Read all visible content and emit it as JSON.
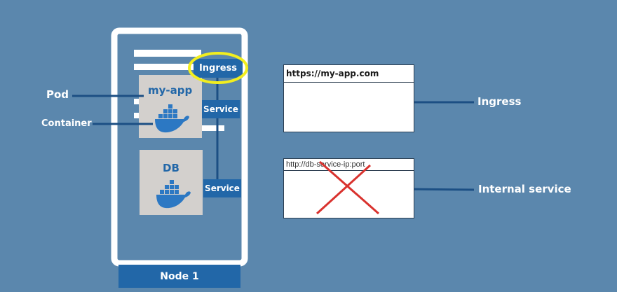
{
  "labels": {
    "pod": "Pod",
    "container": "Container",
    "my_app": "my-app",
    "db": "DB",
    "node": "Node 1",
    "ingress_box": "Ingress",
    "service_top": "Service",
    "service_bottom": "Service",
    "ingress_side": "Ingress",
    "internal_side": "Internal service"
  },
  "browser_top": {
    "url": "https://my-app.com"
  },
  "browser_bottom": {
    "url": "http://db-service-ip:port"
  },
  "icons": {
    "container_top": "docker-whale-icon",
    "container_db": "docker-whale-icon",
    "blocked_mark": "red-x-cross"
  },
  "colors": {
    "background": "#5b87ad",
    "service_blue": "#2267a8",
    "node_outline": "#ffffff",
    "pod_gray": "#d3d0cd",
    "highlight_yellow": "#f2ee1e",
    "cross_red": "#d9322e",
    "connector": "#1c4f84"
  }
}
